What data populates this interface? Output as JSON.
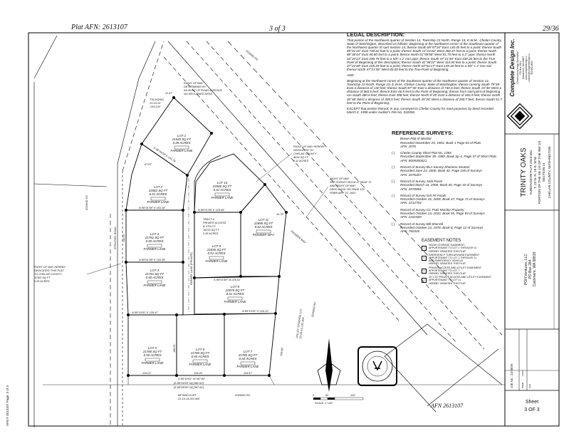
{
  "header": {
    "plat_afn": "Plat AFN: 2613107",
    "sheet_of": "3 of 3",
    "page_count": "29/36"
  },
  "footer": {
    "afn": "AFN 2613107",
    "margin_stamp": "AFN # 2613107 Page: 3 of 3"
  },
  "legal_description": {
    "title": "LEGAL DESCRIPTION:",
    "para1": "That portion of the Northwest quarter of Section 14, Township 23 North, Range 19, E.W.M., Chelan County, State of Washington, described as follows: Beginning at the Northwest corner of the Southeast quarter of the Northwest quarter of said Section 14; thence South 89°57'16\" East 130.00 feet to a point; thence South 89°01'16\" East 740.22 feet to a point; thence South 14°23'44\" West 368.37 feet to a point; thence North 88°38'44\" East 46.80 feet to a point; thence North 01°58'56\" West 51.70 feet to a 2\" pipe; thence North 33°34'13\" East 290.75 feet to a 5/8\" x 2' iron pipe; thence South 47°21'38\" East 330.20 feet to the True Point of Beginning of this description; thence South 42°38'22\" West 110.90 feet to a point; thence South 47°21'38\" East 165.29 feet to a point; thence North 04°51'17\" East 139.18 feet to a 5/8\" x 2' iron rod; thence North 47°21'38\" West 80.00 feet to the True Point of Beginning.",
    "and": "AND",
    "para2": "Beginning at the Northwest corner of the Southeast quarter of the Northwest quarter of Section 14, Township 23 North, Range 19, E.W.M., Chelan County, State of Washington; thence running South 79°38' East a distance of 130 feet; thence South 87°40' East a distance of 740.6 feet; thence South 15°45' West a distance of 360.5 feet; thence East 46.5 feet to the Point of Beginning; thence from said point of beginning run South 480.6 feet; thence East 398 feet; thence North 8°45' East a distance of 483.9 feet; thence North 40°48' West a distance of 409.5 feet; thence South 35°28' West a distance of 280.7 feet; thence South 51.7 feet to the Point of Beginning.",
    "except": "EXCEPT that portion thereof, in any, conveyed to Chelan County for road purposes by deed recorded March 4, 1958 under Auditor's File No. 532006."
  },
  "reference_surveys": {
    "title": "REFERENCE SURVEYS:",
    "items": [
      {
        "mark": "",
        "name": "Brown Plat of Monitor",
        "recorded": "Recorded November 25, 1903, Book 1 Page 83 of Plats",
        "afn": "AFN: 2076"
      },
      {
        "mark": "( )",
        "name": "Chelan County Short Plat No. 1365",
        "recorded": "Recorded September 30, 1980, Book Sp-4, Page 37 of Short Plats",
        "afn": "AFN: 8009300021"
      },
      {
        "mark": "{ }",
        "name": "Record of Survey BLA Survey Sharlene Snutzel",
        "recorded": "Recorded June 23, 2000, Book 40, Page 106 of Surveys",
        "afn": "AFN: 2076307"
      },
      {
        "mark": "[ ]",
        "name": "Record of Survey Jack Pusel",
        "recorded": "Recorded March 16, 2000, Book 40, Page 33 of Surveys",
        "afn": "AFN: 2070965"
      },
      {
        "mark": "( )",
        "name": "Record of Survey Get Fit Foods",
        "recorded": "Recorded October 26, 2005, Book 47, Page 72 of Surveys",
        "afn": "AFN: 2212704"
      },
      {
        "mark": "",
        "name": "Record of Survey CC PUD Monitor Property",
        "recorded": "Recorded October 14, 2010, Book 55, Page 94 of Surveys",
        "afn": "AFN: 2331509"
      },
      {
        "mark": "[ ]",
        "name": "Record of Survey Bill Sherrell",
        "recorded": "Recorded October 13, 1978, Book 8, Page 12 of Surveys",
        "afn": "AFN: 782426"
      }
    ]
  },
  "easement_notes": {
    "title": "EASEMENT NOTES",
    "items": [
      {
        "mark": "1",
        "lines": [
          "SNOW STORAGE EASEMENT",
          "APPURTENANT TO LOT 1 THROUGH 11",
          "HEREBY GRANTED THIS PLAT"
        ]
      },
      {
        "mark": "2",
        "lines": [
          "EMERGENCY TURN AROUND EASEMENT",
          "APPURTENANT TO LOT 1 THROUGH 11",
          "AND EMERGENCY VEHICLE",
          "HEREBY GRANTED THIS PLAT"
        ]
      },
      {
        "mark": "3",
        "lines": [
          "PRIVATE ACCESS AND UTILITY EASEMENT",
          "APPURTENANT TO LOT 7",
          "HEREBY GRANTED THIS PLAT"
        ]
      },
      {
        "mark": "4",
        "lines": [
          "20' x 20' PRIVATE ACCESS AND UTILITY EASEMENT",
          "APPURTENANT TO LOT 11",
          "HEREBY GRANTED THIS PLAT"
        ]
      }
    ]
  },
  "title_block": {
    "company": "Complete Design Inc.",
    "company_lines": [
      "\"Construction Design Specialists\"",
      "PO Box 1914",
      "Wenatchee, WA 98807",
      "www.completedesign.cc",
      "contact@completedesign.cc",
      "509.662.3699"
    ],
    "project": "TRINITY OAKS",
    "project_lines": [
      "SUBDIVISION PLAT 2023-351",
      "T. 23 N. R. 19 E. W.M.",
      "PORTION OF THE SE 1/4 OF THE NW 1/4",
      "SECTION 14",
      "CHELAN COUNTY, WASHINGTON"
    ],
    "owner_lines": [
      "POH Ventures, LLC",
      "PO Box 284",
      "Cashmere, WA 98815"
    ],
    "job_no": "Job No.: 24-0076",
    "issue_label": "Issue",
    "issue_value": "FINAL",
    "date_label": "Date",
    "sheet_label": "Sheet",
    "sheet_value": "3 OF 3"
  },
  "lots": [
    {
      "name": "LOT 1",
      "area": "21545 SQ FT",
      "acres": "0.49 ACRES",
      "address": "FARMER LANE"
    },
    {
      "name": "LOT 2",
      "area": "22062 SQ FT",
      "acres": "0.51 ACRES",
      "address": "FARMER LANE"
    },
    {
      "name": "LOT 3",
      "area": "21781 SQ FT",
      "acres": "0.50 ACRES",
      "address": "FARMER LANE"
    },
    {
      "name": "LOT 4",
      "area": "21781 SQ FT",
      "acres": "0.50 ACRES",
      "address": "FARMER LANE"
    },
    {
      "name": "LOT 5",
      "area": "21780 SQ FT",
      "acres": "0.50 ACRES",
      "address": "FARMER LANE"
    },
    {
      "name": "LOT 6",
      "area": "21780 SQ FT",
      "acres": "0.50 ACRES",
      "address": "FARMER LANE"
    },
    {
      "name": "LOT 7",
      "area": "21780 SQ FT",
      "acres": "0.50 ACRES",
      "address": "FARMER LANE"
    },
    {
      "name": "LOT 8",
      "area": "22079 SQ FT",
      "acres": "0.51 ACRES",
      "address": "FARMER LANE"
    },
    {
      "name": "LOT 9",
      "area": "22036 SQ FT",
      "acres": "0.51 ACRES",
      "address": "FARMER LANE"
    },
    {
      "name": "LOT 10",
      "area": "22060 SQ FT",
      "acres": "0.51 ACRES",
      "address": "FARMER LANE"
    },
    {
      "name": "LOT 11",
      "area": "22696 SQ FT",
      "acres": "0.52 ACRES",
      "address": "PIONEER WAY"
    }
  ],
  "tract_a": [
    "TRACT A",
    "PRIVATE ACCESS",
    "& UTILITY",
    "15215 SQ FT",
    "0.35 ACRES"
  ],
  "annotations": {
    "row_asbuilt": [
      "RIGHT OF WAY",
      "DETERMINED BY",
      "AS-BUILT OF ROAD SURFACE",
      "NO RECORDED DEED"
    ],
    "row_dedicated_ne": [
      "RIGHT OF WAY HEREBY",
      "DEDICATED TO",
      "CHELAN COUNTY",
      "4634 SQ FT",
      "0.11 ACRES"
    ],
    "row_survey": [
      "RIGHT OF WAY",
      "PER SURVEY BOOK 47 PAGE 72",
      "AND RIGHT OF WAY",
      "DEED BOOK 181 PAGE 120",
      "FEBRUARY 23, 1920"
    ],
    "row_dedicated_w": [
      "RIGHT OF WAY HEREBY",
      "DEDICATED THIS PLAT",
      "TO CHELAN COUNTY",
      "11300 SQ FT",
      "0.26 ACRES"
    ],
    "tschohig": [
      "TSCHOHIG",
      "23-19-14",
      "-240-210"
    ],
    "betancourt": [
      "BETANCOURT",
      "23-19-14-310-400"
    ],
    "valley_storage": [
      "VALLEY STORAGE LLC",
      "23-19-14-131-300"
    ],
    "pioneer_way": "PIONEER WAY",
    "strutzel_road": "STRUTZEL ROAD",
    "farmer_lane": "FARMER LANE (PRIVATE)",
    "zoning": "ZONING RV",
    "bearings": {
      "l23": "N 89°01'58\" E  153.38'",
      "l34": "N 89°01'58\" E  153.38'",
      "l45": "N 89°10'51\" E  129.47'",
      "l67": "N 89°10'51\" E  129.13'",
      "south": "S 89°10'51\" W  387.80'",
      "south2": "[S 88°04'53\" W] [381.63']",
      "south3": "[S 88°08'58\" W] [397.60']",
      "lot1s": "S 48°24'03\" E  141.79'",
      "l10s": "N 89°01'58\" E  125.89'",
      "l9s": "S 89°01'58\" W  226.61'",
      "b1": "129.03'",
      "b2": "129.26'",
      "b3": "119.57'",
      "w1": "142.01'",
      "w2": "168.51'",
      "e1": "169.82'",
      "s12": "47.87'",
      "s11": "15.78'",
      "tp": "11.47'"
    }
  },
  "scale": {
    "label": "SCALE: 1\"=60'",
    "ticks": [
      "0",
      "60",
      "120"
    ]
  }
}
